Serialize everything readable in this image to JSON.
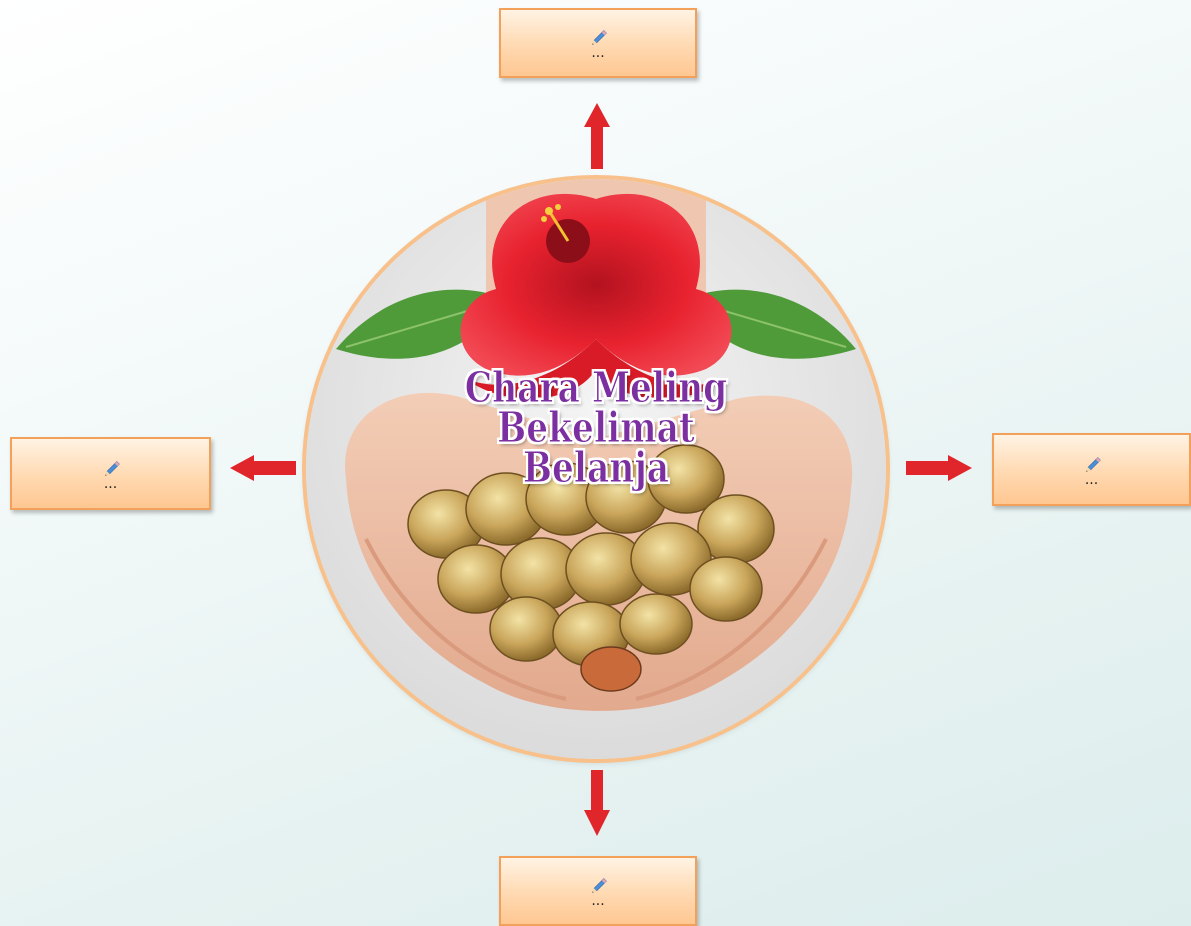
{
  "center": {
    "title_lines": [
      "Chara Meling",
      "Bekelimat",
      "Belanja"
    ]
  },
  "boxes": {
    "top": {
      "placeholder": "..."
    },
    "left": {
      "placeholder": "..."
    },
    "right": {
      "placeholder": "..."
    },
    "bottom": {
      "placeholder": "..."
    }
  },
  "icons": {
    "pencil": "pencil-icon",
    "arrow": "arrow-icon"
  },
  "colors": {
    "arrow": "#e0252b",
    "box_border": "#f3a15a",
    "title": "#7b2fa0",
    "circle_border": "#f8c08a"
  }
}
